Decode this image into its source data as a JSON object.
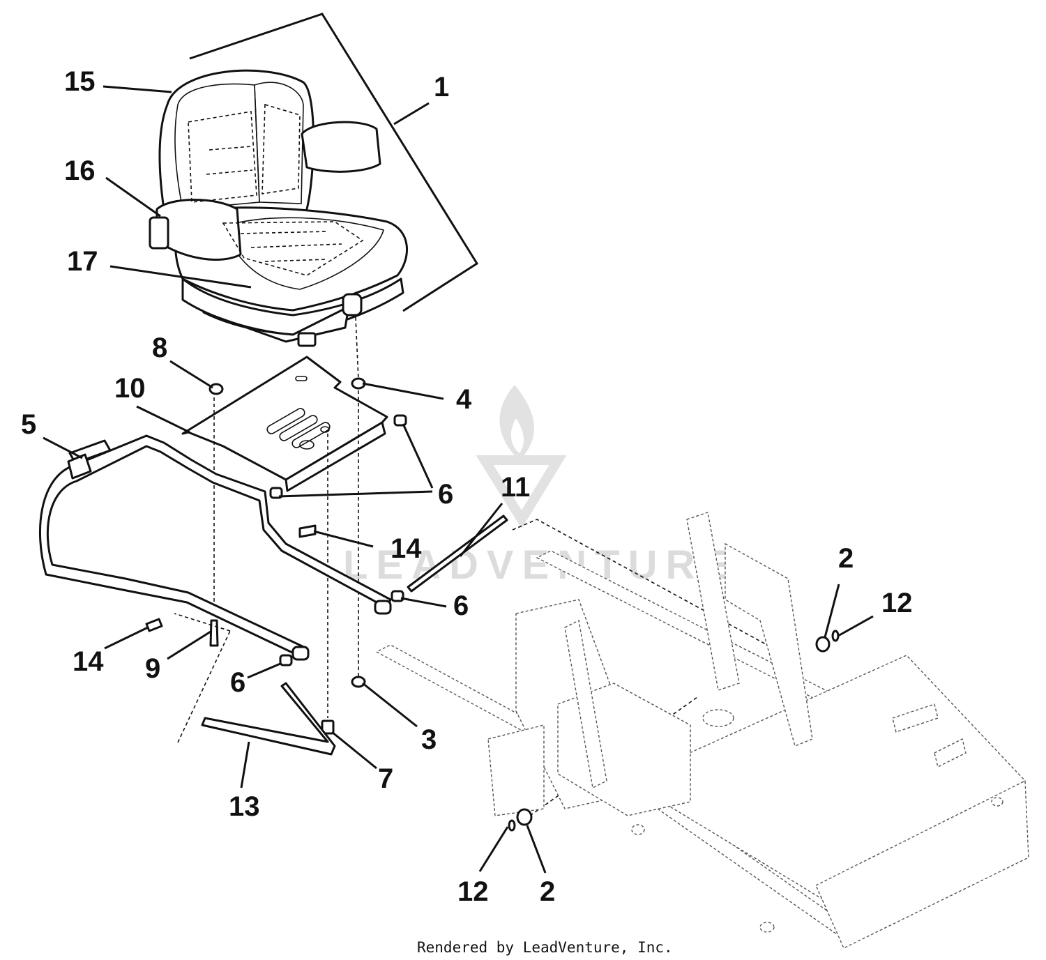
{
  "callouts": {
    "c1": "1",
    "c15": "15",
    "c16": "16",
    "c17": "17",
    "c8": "8",
    "c10": "10",
    "c4": "4",
    "c5": "5",
    "c6a": "6",
    "c6b": "6",
    "c6c": "6",
    "c11": "11",
    "c14a": "14",
    "c14b": "14",
    "c9": "9",
    "c3": "3",
    "c7": "7",
    "c13": "13",
    "c2a": "2",
    "c12a": "12",
    "c12b": "12",
    "c2b": "2"
  },
  "watermark": {
    "name": "LEADVENTURE"
  },
  "footer": {
    "credit": "Rendered by LeadVenture, Inc."
  },
  "colors": {
    "ink": "#111111",
    "watermark": "#dcdcdc",
    "background": "#ffffff"
  }
}
